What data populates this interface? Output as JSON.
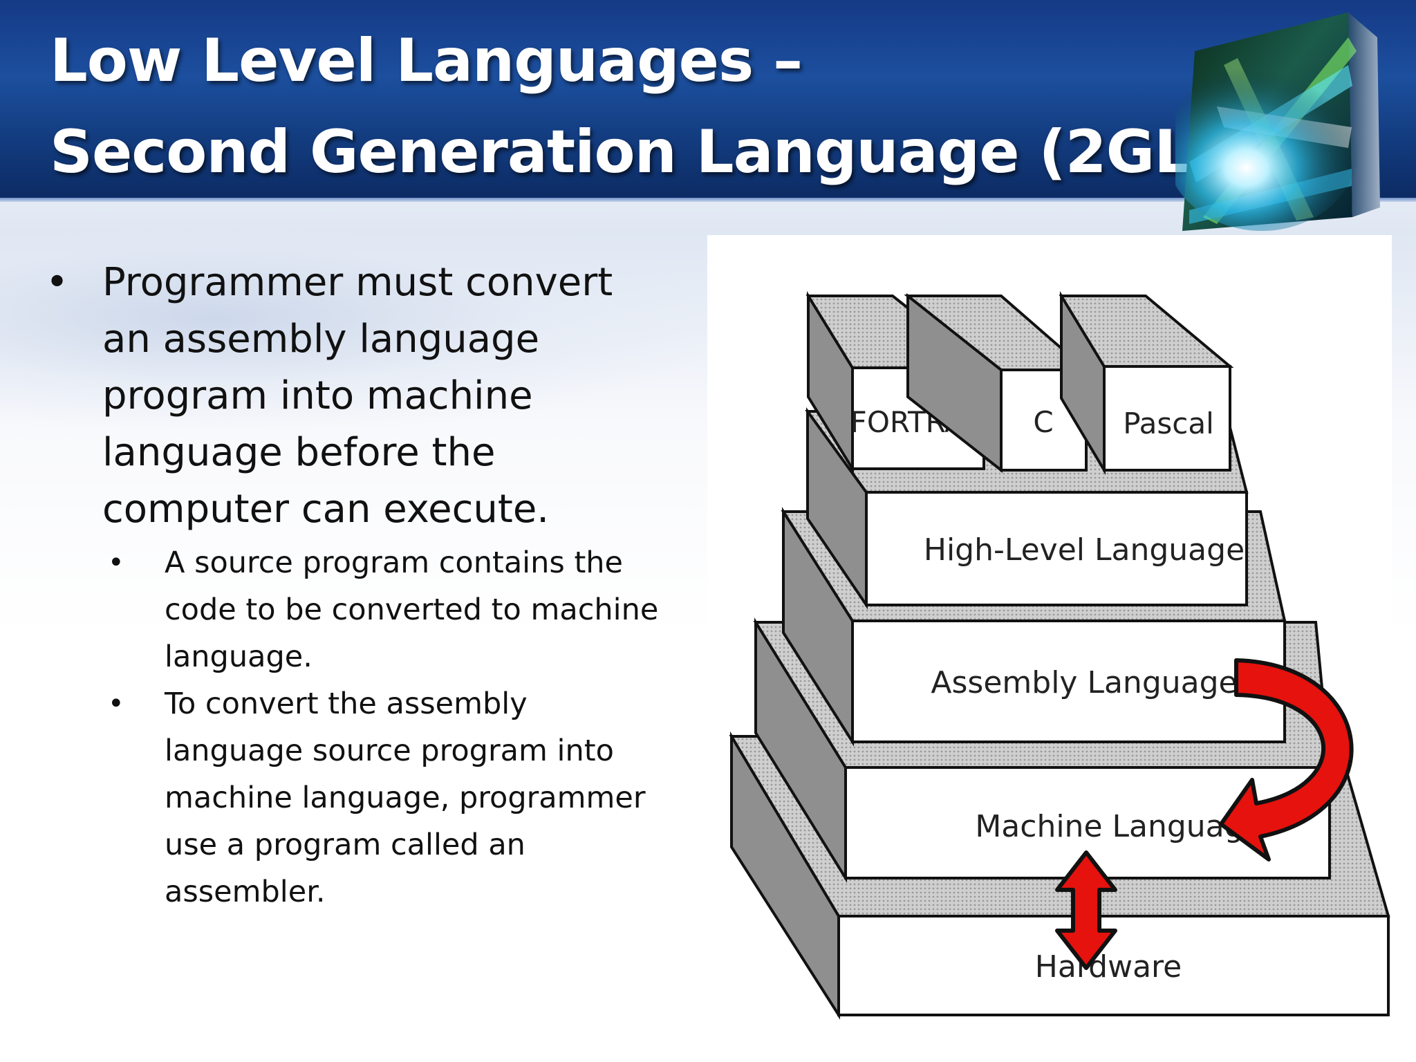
{
  "header": {
    "title_line1": "Low Level Languages –",
    "title_line2": "Second Generation Language (2GL)"
  },
  "content": {
    "main_bullet": "Programmer must convert an assembly language program into machine language before the computer can execute.",
    "sub_bullets": [
      "A source program contains the code to be converted to machine language.",
      "To convert the assembly language source program  into machine language, programmer use a program called an assembler."
    ]
  },
  "diagram": {
    "top_blocks": [
      "FORTRAN",
      "C",
      "Pascal"
    ],
    "layers": [
      "High-Level Language",
      "Assembly Language",
      "Machine Language",
      "Hardware"
    ],
    "colors": {
      "arrow": "#e5120e",
      "face": "#ffffff",
      "side": "#8f8f8f",
      "top": "#c9c9c9"
    }
  }
}
